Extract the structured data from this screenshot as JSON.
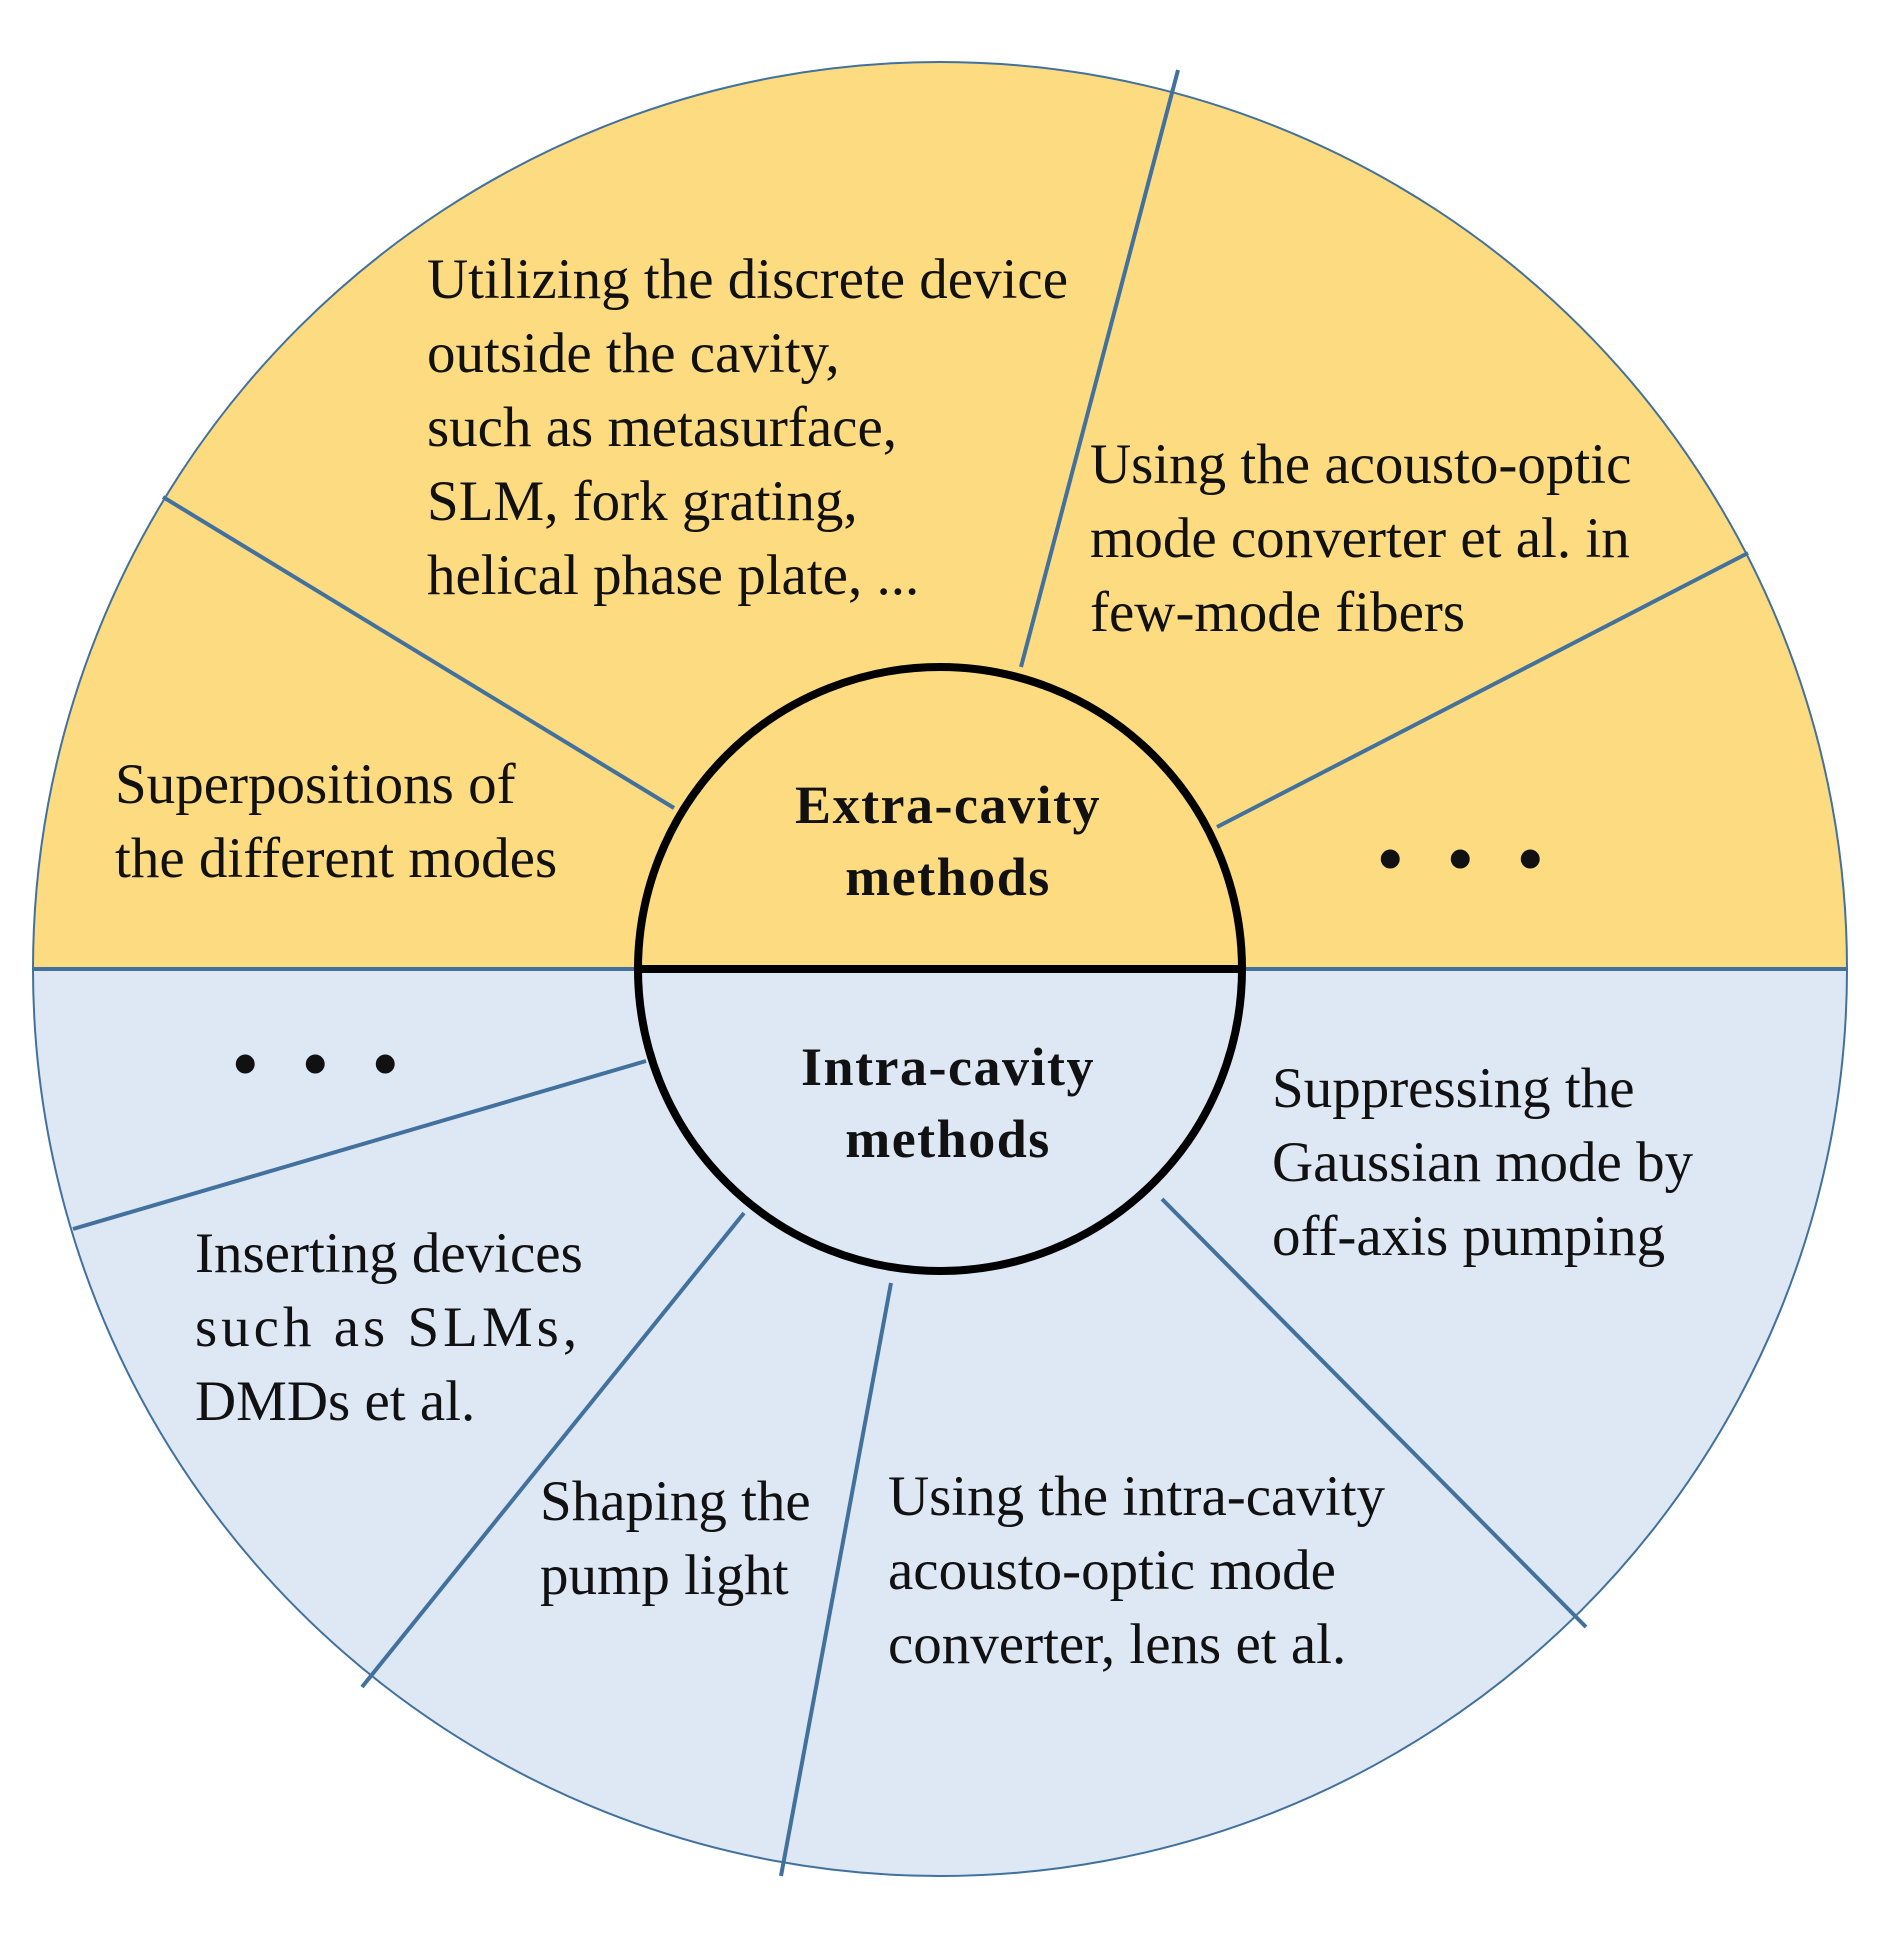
{
  "colors": {
    "extra_fill": "#FDDB80",
    "intra_fill": "#DEE8F5",
    "divider": "#41719C",
    "center_border": "#000000"
  },
  "center": {
    "extra_line1": "Extra-cavity",
    "extra_line2": "methods",
    "intra_line1": "Intra-cavity",
    "intra_line2": "methods"
  },
  "extra_segments": {
    "superpositions": {
      "line1": "Superpositions of",
      "line2": "the different modes"
    },
    "discrete_device": {
      "line1": "Utilizing the discrete device",
      "line2": "outside the cavity,",
      "line3": "such as metasurface,",
      "line4": "SLM, fork grating,",
      "line5": "helical phase plate, ..."
    },
    "acousto_optic_fiber": {
      "line1": "Using the acousto-optic",
      "line2": "mode converter et al. in",
      "line3": "few-mode fibers"
    },
    "more": "• • •"
  },
  "intra_segments": {
    "more": "• • •",
    "inserting_devices": {
      "line1": "Inserting devices",
      "line2": "such as SLMs,",
      "line3": "DMDs et al."
    },
    "shaping_pump": {
      "line1": "Shaping the",
      "line2": "pump light"
    },
    "intra_acousto_optic": {
      "line1": "Using the intra-cavity",
      "line2": "acousto-optic mode",
      "line3": "converter, lens et al."
    },
    "suppressing_gaussian": {
      "line1": "Suppressing the",
      "line2": "Gaussian mode by",
      "line3": "off-axis pumping"
    }
  }
}
